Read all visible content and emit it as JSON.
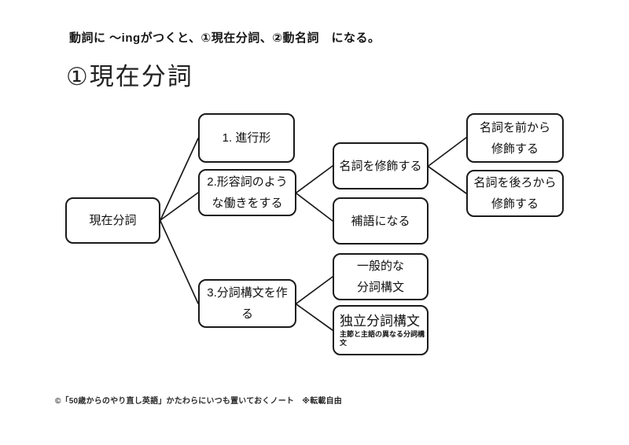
{
  "page": {
    "intro": "動詞に ～ingがつくと、①現在分詞、②動名詞　になる。",
    "heading": "①現在分詞",
    "footer": "©「50歳からのやり直し英語」かたわらにいつも置いておくノート　※転載自由"
  },
  "colors": {
    "background": "#ffffff",
    "box_border": "#1a1a1a",
    "text": "#1a1a1a",
    "connector": "#1a1a1a"
  },
  "diagram": {
    "nodes": {
      "root": {
        "label": "現在分詞"
      },
      "progressive": {
        "label": "1. 進行形"
      },
      "adjective": {
        "label": "2.形容詞のよう\nな働きをする"
      },
      "construction": {
        "label": "3.分詞構文を作\nる"
      },
      "modify_noun": {
        "label": "名詞を修飾する"
      },
      "complement": {
        "label": "補語になる"
      },
      "modify_front": {
        "label": "名詞を前から\n修飾する"
      },
      "modify_behind": {
        "label": "名詞を後ろから\n修飾する"
      },
      "general": {
        "label": "一般的な\n分詞構文"
      },
      "independent": {
        "label": "独立分詞構文",
        "note": "主節と主語の異なる分詞構文"
      }
    },
    "edges": [
      "現在分詞→1. 進行形",
      "現在分詞→2.形容詞のような働きをする",
      "現在分詞→3.分詞構文を作る",
      "2.形容詞のような働きをする→名詞を修飾する",
      "2.形容詞のような働きをする→補語になる",
      "名詞を修飾する→名詞を前から修飾する",
      "名詞を修飾する→名詞を後ろから修飾する",
      "3.分詞構文を作る→一般的な分詞構文",
      "3.分詞構文を作る→独立分詞構文"
    ]
  }
}
